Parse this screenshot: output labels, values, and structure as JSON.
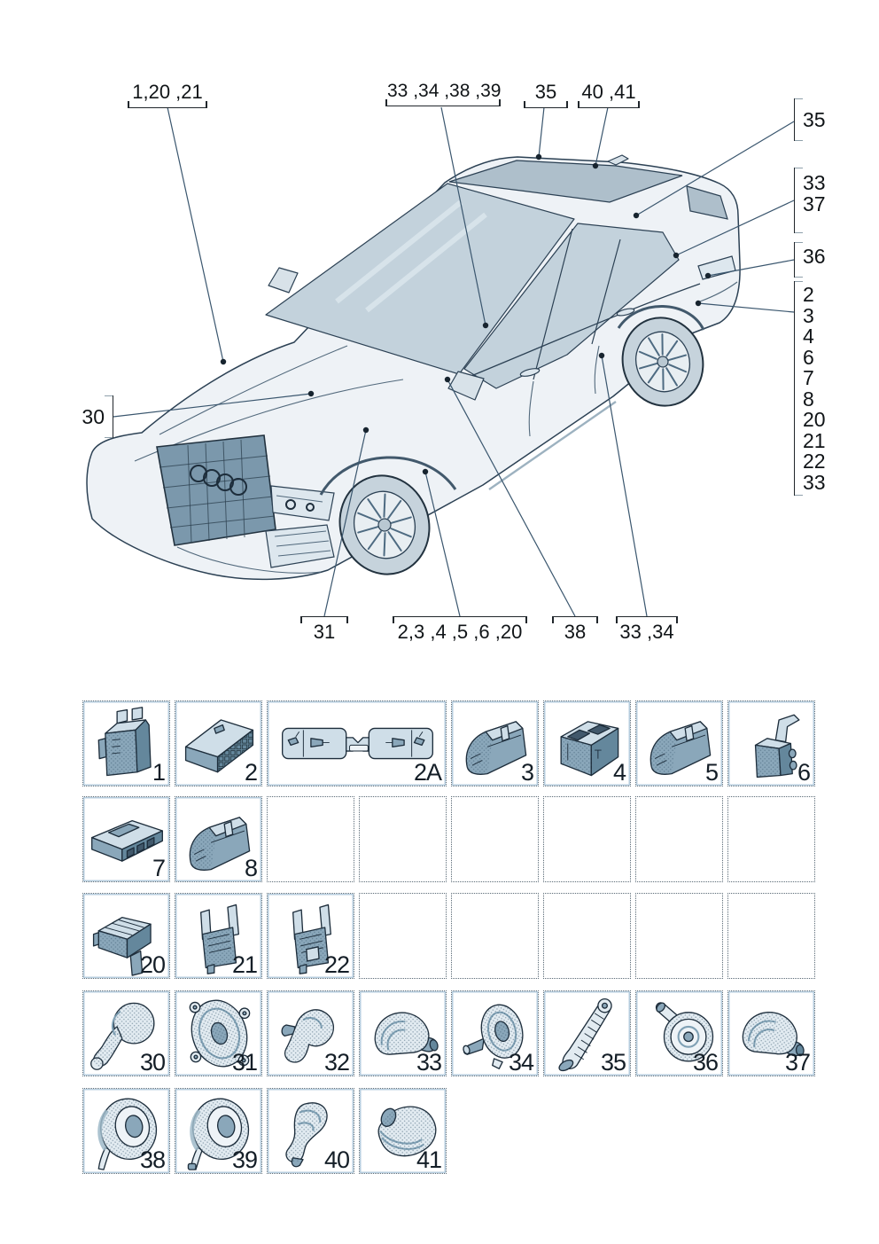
{
  "callouts": {
    "hood": "1,20 ,21",
    "roof_front": "33 ,34 ,38 ,39",
    "roof_top": "35",
    "roof_rear": "40 ,41",
    "side_35": "35",
    "side_33": "33",
    "side_37": "37",
    "side_36": "36",
    "stack": [
      "2",
      "3",
      "4",
      "6",
      "7",
      "8",
      "20",
      "21",
      "22",
      "33"
    ],
    "hood_30": "30",
    "bottom_31": "31",
    "bottom_sill": "2,3 ,4 ,5 ,6 ,20",
    "bottom_38": "38",
    "bottom_rear": "33 ,34"
  },
  "parts": {
    "cells": [
      {
        "num": "1"
      },
      {
        "num": "2"
      },
      {
        "num": "2A"
      },
      {
        "num": "3"
      },
      {
        "num": "4"
      },
      {
        "num": "5"
      },
      {
        "num": "6"
      },
      {
        "num": "7"
      },
      {
        "num": "8"
      },
      {
        "num": "20"
      },
      {
        "num": "21"
      },
      {
        "num": "22"
      },
      {
        "num": "30"
      },
      {
        "num": "31"
      },
      {
        "num": "32"
      },
      {
        "num": "33"
      },
      {
        "num": "34"
      },
      {
        "num": "35"
      },
      {
        "num": "36"
      },
      {
        "num": "37"
      },
      {
        "num": "38"
      },
      {
        "num": "39"
      },
      {
        "num": "40"
      },
      {
        "num": "41"
      }
    ]
  },
  "colors": {
    "outline": "#1d2d3b",
    "leader": "#3a566e",
    "part_mid": "#8aa7ba",
    "part_light": "#cfdee8",
    "glass": "#c3d2dc",
    "highlight_border": "#b7cedf"
  }
}
